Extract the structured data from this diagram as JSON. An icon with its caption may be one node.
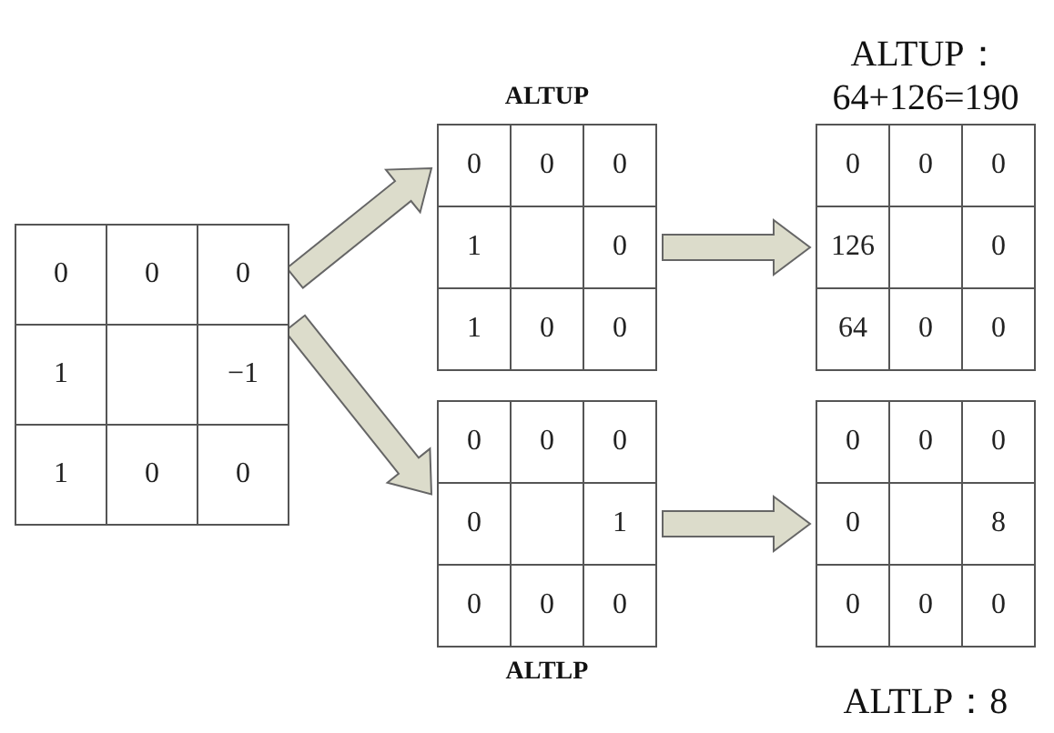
{
  "diagram": {
    "nodes": [
      {
        "text": [
          "0",
          "0",
          "0",
          "1",
          "−1",
          "1",
          "0",
          "0"
        ]
      },
      {
        "text": [
          "0",
          "0",
          "0",
          "1",
          "0",
          "1",
          "0",
          "0"
        ],
        "beside": [
          "ALTUP"
        ]
      },
      {
        "text": [
          "0",
          "0",
          "0",
          "0",
          "1",
          "0",
          "0",
          "0"
        ],
        "beside": [
          "ALTLP"
        ]
      },
      {
        "text": [
          "0",
          "0",
          "0",
          "126",
          "0",
          "64",
          "0",
          "0"
        ],
        "beside": [
          "ALTUP： 64+126=190"
        ]
      },
      {
        "text": [
          "0",
          "0",
          "0",
          "0",
          "8",
          "0",
          "0",
          "0"
        ],
        "beside": [
          "ALTLP：8"
        ]
      }
    ],
    "edges": [
      {
        "from": 0,
        "to": 1,
        "arrow": "to"
      },
      {
        "from": 0,
        "to": 2,
        "arrow": "to"
      },
      {
        "from": 1,
        "to": 3,
        "arrow": "to"
      },
      {
        "from": 2,
        "to": 4,
        "arrow": "to"
      }
    ]
  }
}
